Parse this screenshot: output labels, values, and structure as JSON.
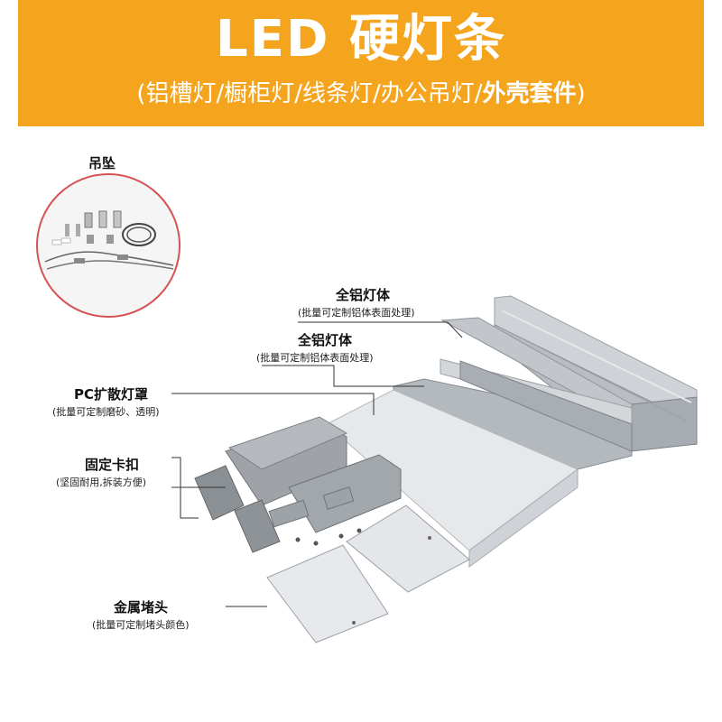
{
  "banner": {
    "title": "LED 硬灯条",
    "subtitle_prefix": "(铝槽灯/橱柜灯/线条灯/办公吊灯/",
    "subtitle_bold": "外壳套件",
    "subtitle_suffix": ")",
    "color": "#f4a41d"
  },
  "pendant": {
    "title": "吊坠"
  },
  "labels": [
    {
      "id": "alu-body-1",
      "title": "全铝灯体",
      "note": "(批量可定制铝体表面处理)"
    },
    {
      "id": "alu-body-2",
      "title": "全铝灯体",
      "note": "(批量可定制铝体表面处理)"
    },
    {
      "id": "pc-diffuser",
      "title": "PC扩散灯罩",
      "note": "(批量可定制磨砂、透明)"
    },
    {
      "id": "fixing-clip",
      "title": "固定卡扣",
      "note": "(坚固耐用,拆装方便)"
    },
    {
      "id": "end-cap",
      "title": "金属堵头",
      "note": "(批量可定制堵头颜色)"
    }
  ],
  "colors": {
    "accent_circle": "#d65353",
    "leader_line": "#333333",
    "aluminum": "#c9ccd0"
  }
}
